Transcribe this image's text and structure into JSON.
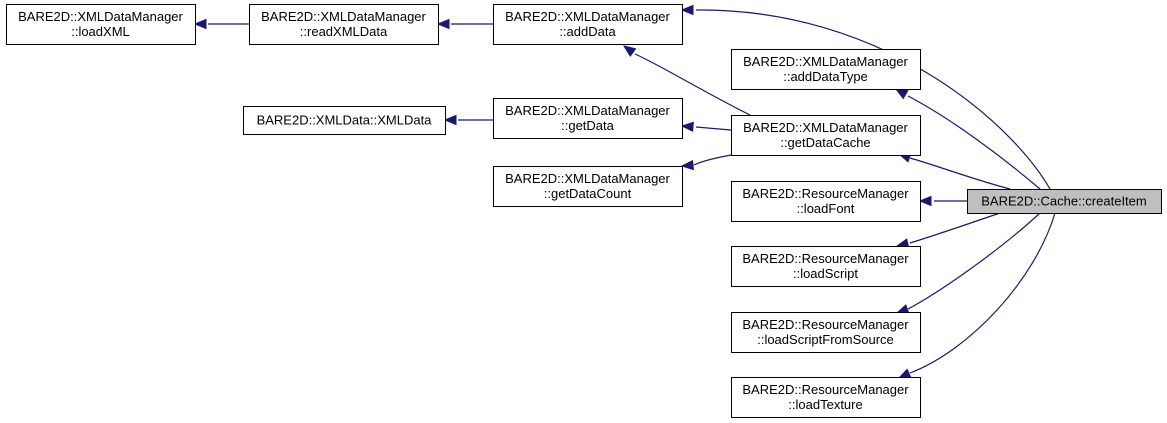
{
  "graph": {
    "type": "caller-graph",
    "colors": {
      "edge": "#191970",
      "node_border": "#000000",
      "node_fill": "#ffffff",
      "current_fill": "#bfbfbf"
    },
    "nodes": [
      {
        "id": "loadXML",
        "lines": [
          "BARE2D::XMLDataManager",
          "::loadXML"
        ],
        "current": false
      },
      {
        "id": "readXMLData",
        "lines": [
          "BARE2D::XMLDataManager",
          "::readXMLData"
        ],
        "current": false
      },
      {
        "id": "addData",
        "lines": [
          "BARE2D::XMLDataManager",
          "::addData"
        ],
        "current": false
      },
      {
        "id": "addDataType",
        "lines": [
          "BARE2D::XMLDataManager",
          "::addDataType"
        ],
        "current": false
      },
      {
        "id": "XMLData",
        "lines": [
          "BARE2D::XMLData::XMLData"
        ],
        "current": false
      },
      {
        "id": "getData",
        "lines": [
          "BARE2D::XMLDataManager",
          "::getData"
        ],
        "current": false
      },
      {
        "id": "getDataCache",
        "lines": [
          "BARE2D::XMLDataManager",
          "::getDataCache"
        ],
        "current": false
      },
      {
        "id": "getDataCount",
        "lines": [
          "BARE2D::XMLDataManager",
          "::getDataCount"
        ],
        "current": false
      },
      {
        "id": "loadFont",
        "lines": [
          "BARE2D::ResourceManager",
          "::loadFont"
        ],
        "current": false
      },
      {
        "id": "loadScript",
        "lines": [
          "BARE2D::ResourceManager",
          "::loadScript"
        ],
        "current": false
      },
      {
        "id": "loadScriptFromSource",
        "lines": [
          "BARE2D::ResourceManager",
          "::loadScriptFromSource"
        ],
        "current": false
      },
      {
        "id": "loadTexture",
        "lines": [
          "BARE2D::ResourceManager",
          "::loadTexture"
        ],
        "current": false
      },
      {
        "id": "createItem",
        "lines": [
          "BARE2D::Cache::createItem"
        ],
        "current": true
      }
    ],
    "edges": [
      {
        "from": "readXMLData",
        "to": "loadXML"
      },
      {
        "from": "addData",
        "to": "readXMLData"
      },
      {
        "from": "createItem",
        "to": "addData"
      },
      {
        "from": "getDataCache",
        "to": "addData"
      },
      {
        "from": "createItem",
        "to": "addDataType"
      },
      {
        "from": "getData",
        "to": "XMLData"
      },
      {
        "from": "getDataCache",
        "to": "getData"
      },
      {
        "from": "getDataCache",
        "to": "getDataCount"
      },
      {
        "from": "createItem",
        "to": "getDataCache"
      },
      {
        "from": "createItem",
        "to": "loadFont"
      },
      {
        "from": "createItem",
        "to": "loadScript"
      },
      {
        "from": "createItem",
        "to": "loadScriptFromSource"
      },
      {
        "from": "createItem",
        "to": "loadTexture"
      }
    ]
  }
}
